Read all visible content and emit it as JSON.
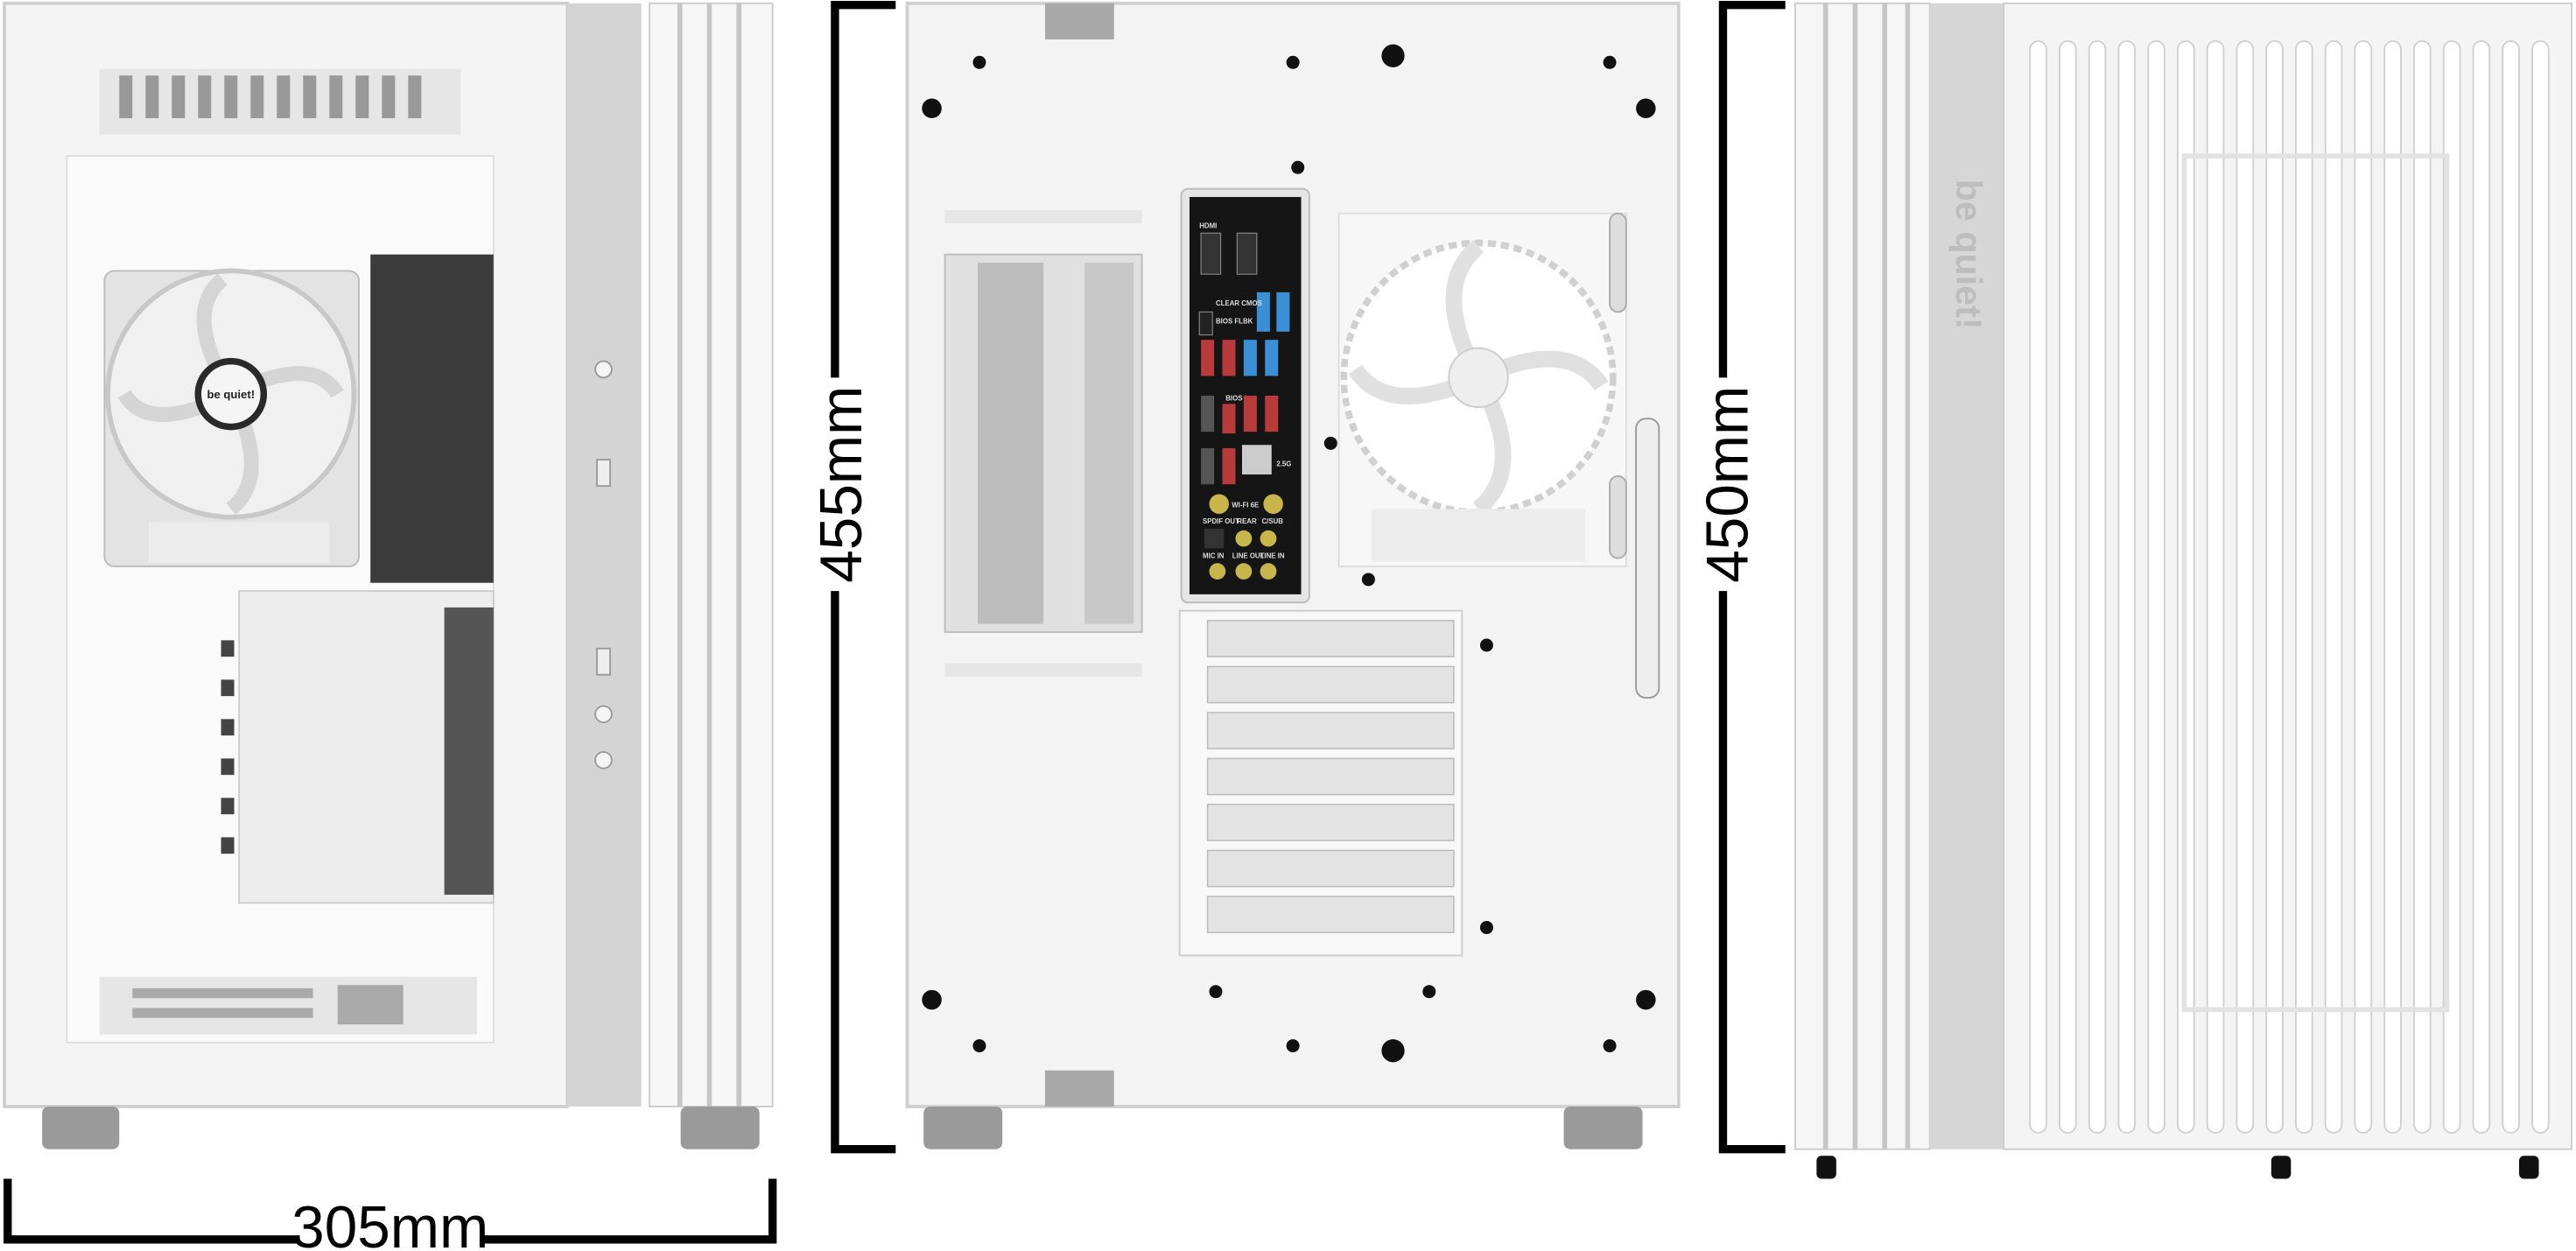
{
  "dimensions": {
    "width": "305mm",
    "height_rear": "455mm",
    "height_side": "450mm"
  },
  "logos": {
    "fan_hub": "be quiet!",
    "front_side": "be quiet!"
  },
  "io_panel": {
    "hdmi": "HDMI",
    "clear_cmos": "CLEAR CMOS",
    "bios_flashback": "BIOS FLBK",
    "bios": "BIOS",
    "lan": "2.5G",
    "wifi": "WI-FI 6E",
    "spdif": "SPDIF OUT",
    "rear": "REAR",
    "csub": "C/SUB",
    "mic_in": "MIC IN",
    "line_out": "LINE OUT",
    "line_in": "LINE IN"
  },
  "colors": {
    "case": "#f2f2f2",
    "frame": "#d0d0d0",
    "io_panel": "#151515",
    "usb_red": "#b83a3a",
    "usb_blue": "#3a8fd6",
    "antenna_gold": "#c9b64a"
  }
}
